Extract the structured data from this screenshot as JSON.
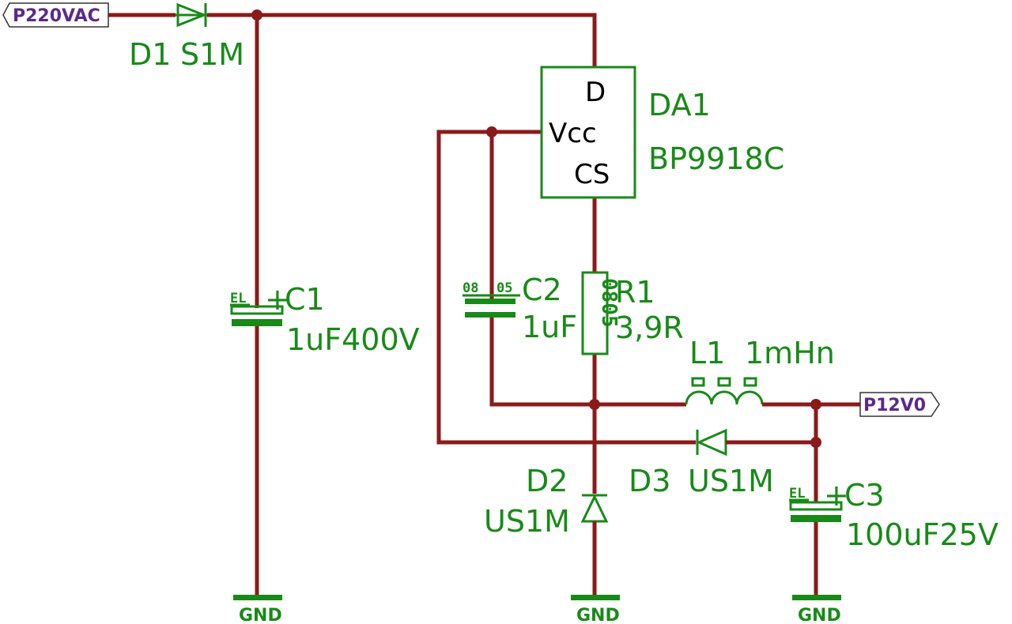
{
  "nets": {
    "input": "P220VAC",
    "output": "P12V0",
    "ground": "GND"
  },
  "components": {
    "D1": {
      "ref": "D1",
      "value": "S1M"
    },
    "C1": {
      "type": "EL",
      "polarity": "+",
      "ref": "C1",
      "value": "1uF400V"
    },
    "DA1": {
      "ref": "DA1",
      "value": "BP9918C",
      "pins": {
        "d": "D",
        "vcc": "Vcc",
        "cs": "CS"
      }
    },
    "C2": {
      "pkg_left": "08",
      "pkg_right": "05",
      "ref": "C2",
      "value": "1uF"
    },
    "R1": {
      "pkg": "0805",
      "ref": "R1",
      "value": "3,9R"
    },
    "L1": {
      "ref": "L1",
      "value": "1mHn"
    },
    "D2": {
      "ref": "D2",
      "value": "US1M"
    },
    "D3": {
      "ref": "D3",
      "value": "US1M"
    },
    "C3": {
      "type": "EL",
      "polarity": "+",
      "ref": "C3",
      "value": "100uF25V"
    }
  },
  "colors": {
    "wire": "#8b1a1a",
    "component": "#188a18",
    "pin_text": "#000000",
    "net_label": "#5a2a8a"
  }
}
